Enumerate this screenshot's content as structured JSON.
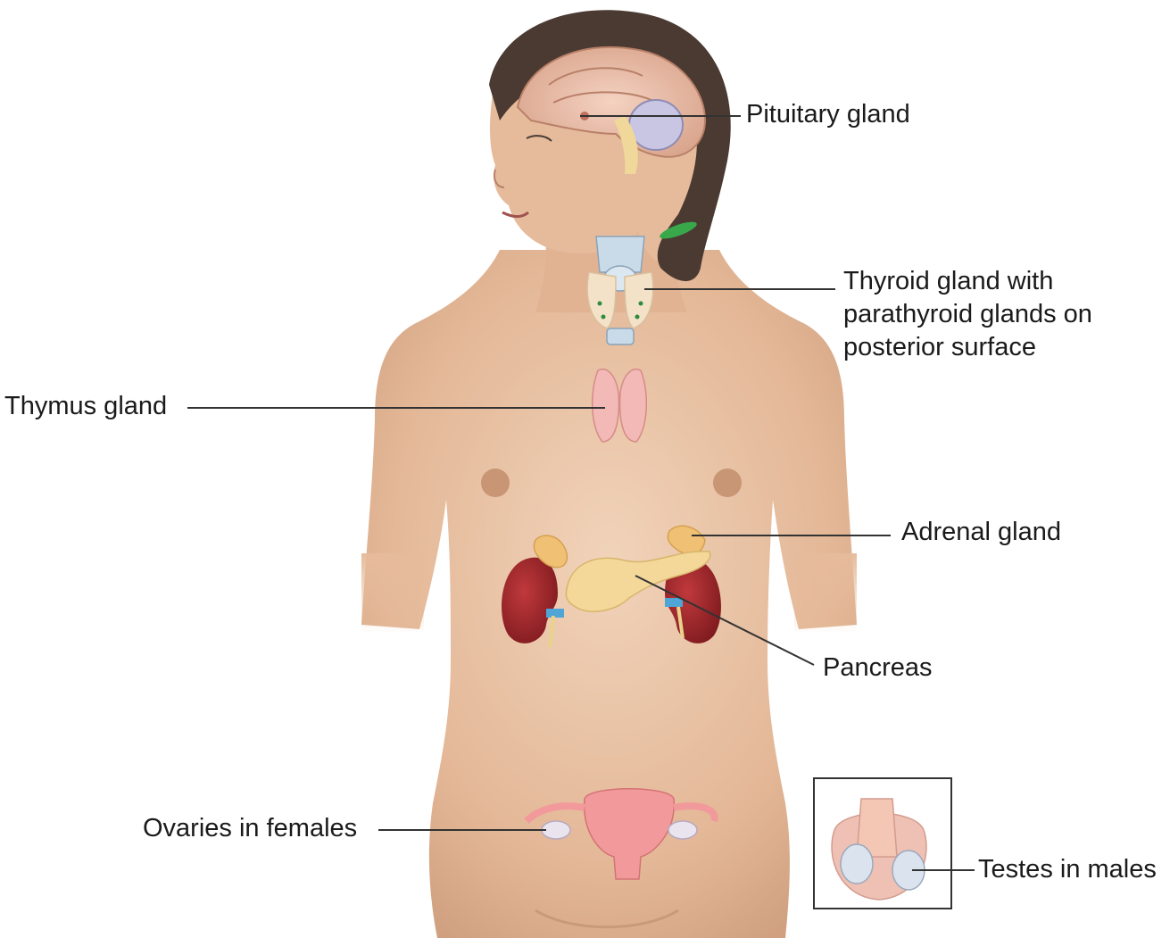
{
  "labels": {
    "pituitary": "Pituitary gland",
    "thyroid_line1": "Thyroid gland with",
    "thyroid_line2": "parathyroid glands on",
    "thyroid_line3": "posterior surface",
    "thymus": "Thymus gland",
    "adrenal": "Adrenal gland",
    "pancreas": "Pancreas",
    "ovaries": "Ovaries in females",
    "testes": "Testes in males"
  },
  "colors": {
    "skin": "#e8c2a3",
    "skin_shadow": "#c99a7a",
    "hair": "#4a3a32",
    "brain": "#ecc1ad",
    "kidney": "#a7292d",
    "adrenal": "#f0c074",
    "pancreas": "#f3d89a",
    "thyroid": "#f4e2c8",
    "thymus": "#f2b9b6",
    "uterus": "#f29a9b",
    "leader_line": "#333333"
  }
}
